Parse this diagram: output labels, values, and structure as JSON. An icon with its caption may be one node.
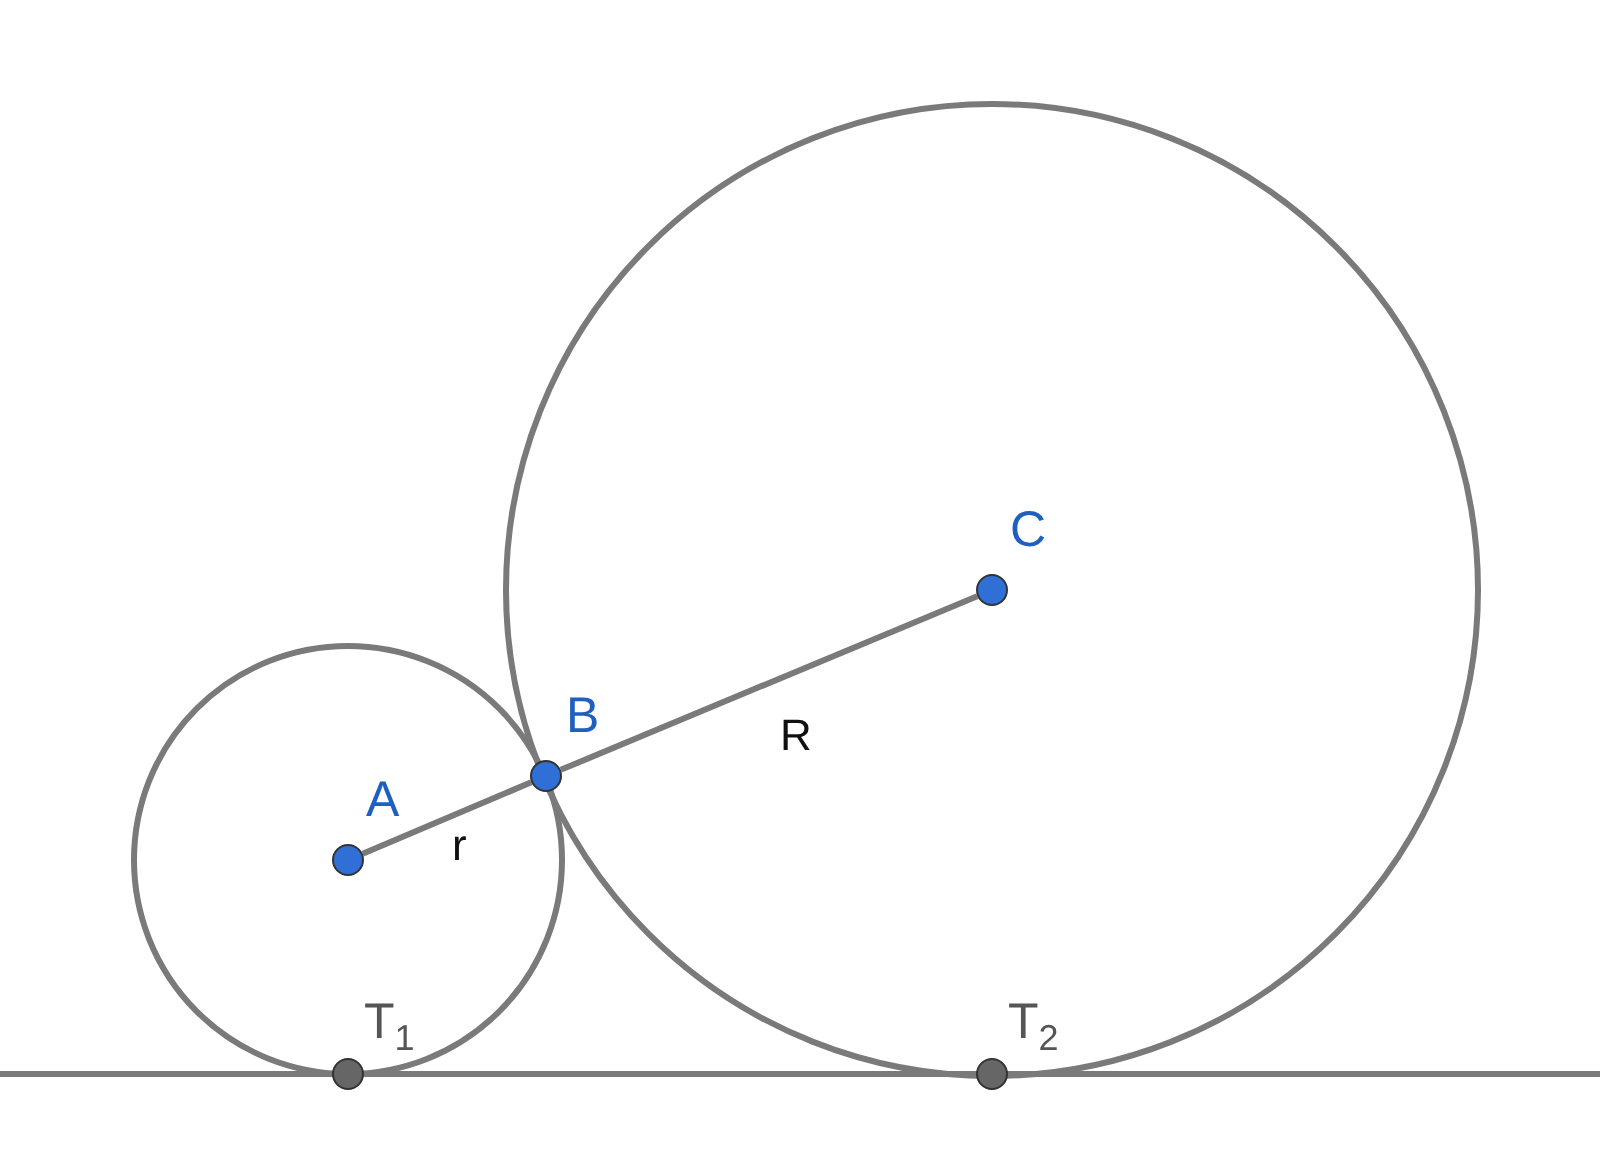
{
  "diagram": {
    "nodes": [
      {
        "text": [
          "A"
        ]
      },
      {
        "text": [
          "B"
        ]
      },
      {
        "text": [
          "C"
        ]
      },
      {
        "text": [
          "T$_{1}$"
        ]
      },
      {
        "text": [
          "T$_{2}$"
        ]
      }
    ],
    "edges": [
      {
        "from": 0,
        "to": 1,
        "arrow": "none",
        "label": "r"
      },
      {
        "from": 1,
        "to": 2,
        "arrow": "none",
        "label": "R"
      }
    ]
  }
}
